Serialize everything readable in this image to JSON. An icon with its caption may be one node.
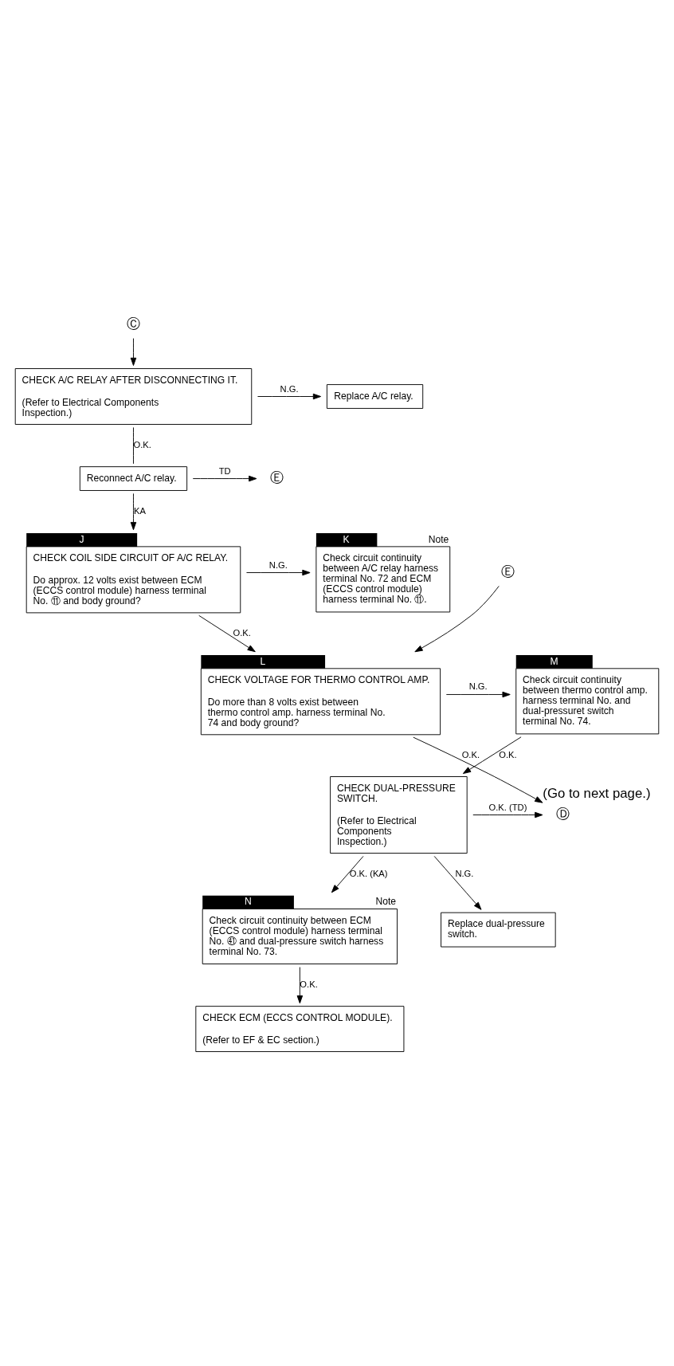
{
  "diagram": {
    "nodes": [
      {
        "text": [
          "Ⓒ"
        ]
      },
      {
        "text": [
          "CHECK A/C RELAY AFTER DISCONNECTING IT.",
          "(Refer to Electrical Components Inspection.)"
        ]
      },
      {
        "text": [
          "Replace A/C relay."
        ]
      },
      {
        "text": [
          "Reconnect A/C relay."
        ]
      },
      {
        "text": [
          "Ⓔ"
        ]
      },
      {
        "text": [
          "CHECK COIL SIDE CIRCUIT OF A/C RELAY.",
          "Do approx. 12 volts exist between ECM (ECCS control module) harness terminal No. ⑪ and body ground?"
        ],
        "beside": [
          "J"
        ]
      },
      {
        "text": [
          "Check circuit continuity between A/C relay harness terminal No. 72 and ECM (ECCS control module) harness terminal No. ⑪."
        ],
        "beside": [
          "K",
          "Note"
        ]
      },
      {
        "text": [
          "Ⓔ"
        ]
      },
      {
        "text": [
          "CHECK VOLTAGE FOR THERMO CONTROL AMP.",
          "Do more than 8 volts exist between thermo control amp. harness terminal No. 74 and body ground?"
        ],
        "beside": [
          "L"
        ]
      },
      {
        "text": [
          "Check circuit continuity between thermo control amp. harness terminal No. and dual-pressuret switch terminal No. 74."
        ],
        "beside": [
          "M"
        ]
      },
      {
        "text": [
          "Ⓓ"
        ],
        "beside": [
          "(Go to next page.)"
        ]
      },
      {
        "text": [
          "CHECK DUAL-PRESSURE SWITCH.",
          "(Refer to Electrical Components Inspection.)"
        ]
      },
      {
        "text": [
          "Check circuit continuity between ECM (ECCS control module) harness terminal No. ㊶ and dual-pressure switch harness terminal No. 73."
        ],
        "beside": [
          "N",
          "Note"
        ]
      },
      {
        "text": [
          "Replace dual-pressure switch."
        ]
      },
      {
        "text": [
          "CHECK ECM (ECCS CONTROL MODULE).",
          "(Refer to EF & EC section.)"
        ]
      }
    ],
    "edges": [
      {
        "from": 0,
        "to": 1,
        "arrow": "to"
      },
      {
        "from": 1,
        "to": 2,
        "arrow": "to",
        "label": "N.G."
      },
      {
        "from": 1,
        "to": 3,
        "arrow": "none",
        "label": "O.K."
      },
      {
        "from": 3,
        "to": 4,
        "arrow": "to",
        "label": "TD"
      },
      {
        "from": 3,
        "to": 5,
        "arrow": "to",
        "label": "KA"
      },
      {
        "from": 5,
        "to": 6,
        "arrow": "to",
        "label": "N.G."
      },
      {
        "from": 5,
        "to": 8,
        "arrow": "to",
        "label": "O.K."
      },
      {
        "from": 7,
        "to": 8,
        "arrow": "to"
      },
      {
        "from": 8,
        "to": 9,
        "arrow": "to",
        "label": "N.G."
      },
      {
        "from": 8,
        "to": 10,
        "arrow": "to",
        "label": "O.K."
      },
      {
        "from": 9,
        "to": 11,
        "arrow": "to",
        "label": "O.K."
      },
      {
        "from": 11,
        "to": 10,
        "arrow": "to",
        "label": "O.K. (TD)"
      },
      {
        "from": 11,
        "to": 12,
        "arrow": "to",
        "label": "O.K. (KA)"
      },
      {
        "from": 11,
        "to": 13,
        "arrow": "to",
        "label": "N.G."
      },
      {
        "from": 12,
        "to": 14,
        "arrow": "to",
        "label": "O.K."
      }
    ]
  }
}
